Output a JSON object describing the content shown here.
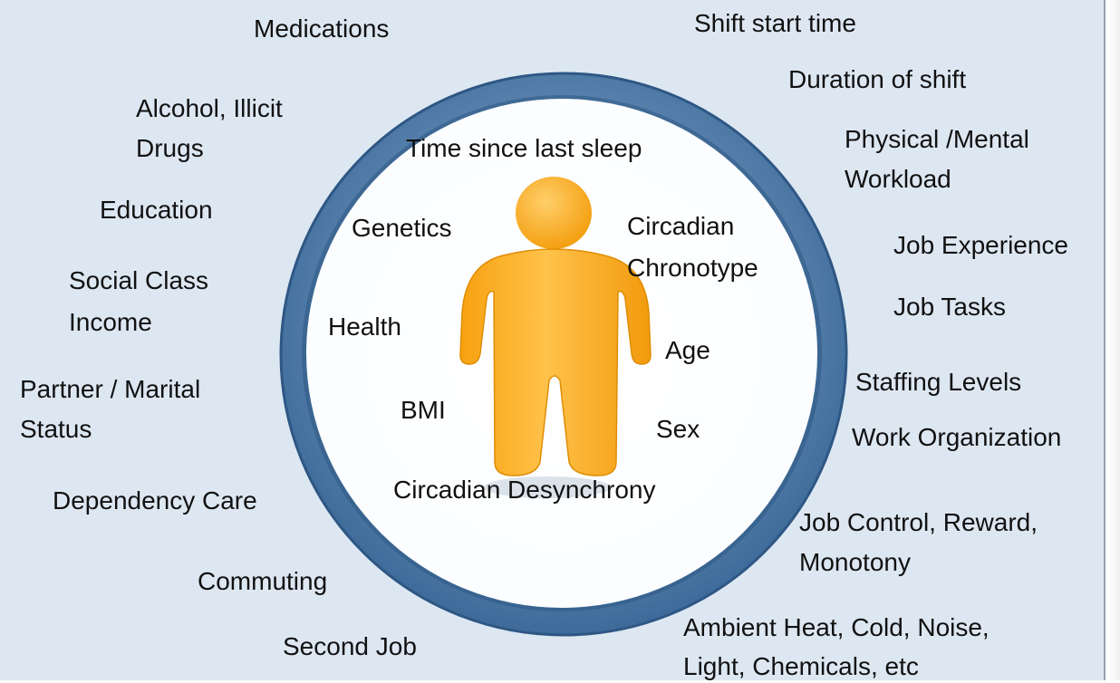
{
  "outer_factors": {
    "medications": "Medications",
    "alcohol_1": "Alcohol, Illicit",
    "alcohol_2": "Drugs",
    "education": "Education",
    "social_1": "Social Class",
    "social_2": "Income",
    "partner_1": "Partner / Marital",
    "partner_2": "Status",
    "dependency": "Dependency Care",
    "commuting": "Commuting",
    "second_job": "Second Job",
    "shift_start": "Shift start time",
    "duration": "Duration of shift",
    "workload_1": "Physical /Mental",
    "workload_2": "Workload",
    "job_experience": "Job Experience",
    "job_tasks": "Job Tasks",
    "staffing": "Staffing Levels",
    "work_org": "Work Organization",
    "control_1": "Job Control, Reward,",
    "control_2": "Monotony",
    "ambient_1": "Ambient Heat, Cold, Noise,",
    "ambient_2": "Light, Chemicals, etc"
  },
  "inner_factors": {
    "time_since_sleep": "Time since last sleep",
    "genetics": "Genetics",
    "circadian_1": "Circadian",
    "circadian_2": "Chronotype",
    "health": "Health",
    "age": "Age",
    "bmi": "BMI",
    "sex": "Sex",
    "desynchrony": "Circadian Desynchrony"
  },
  "colors": {
    "background": "#dde7f2",
    "ring": "#4e7aa8",
    "figure": "#f5a623"
  },
  "icons": {
    "center": "person-figure-icon"
  }
}
